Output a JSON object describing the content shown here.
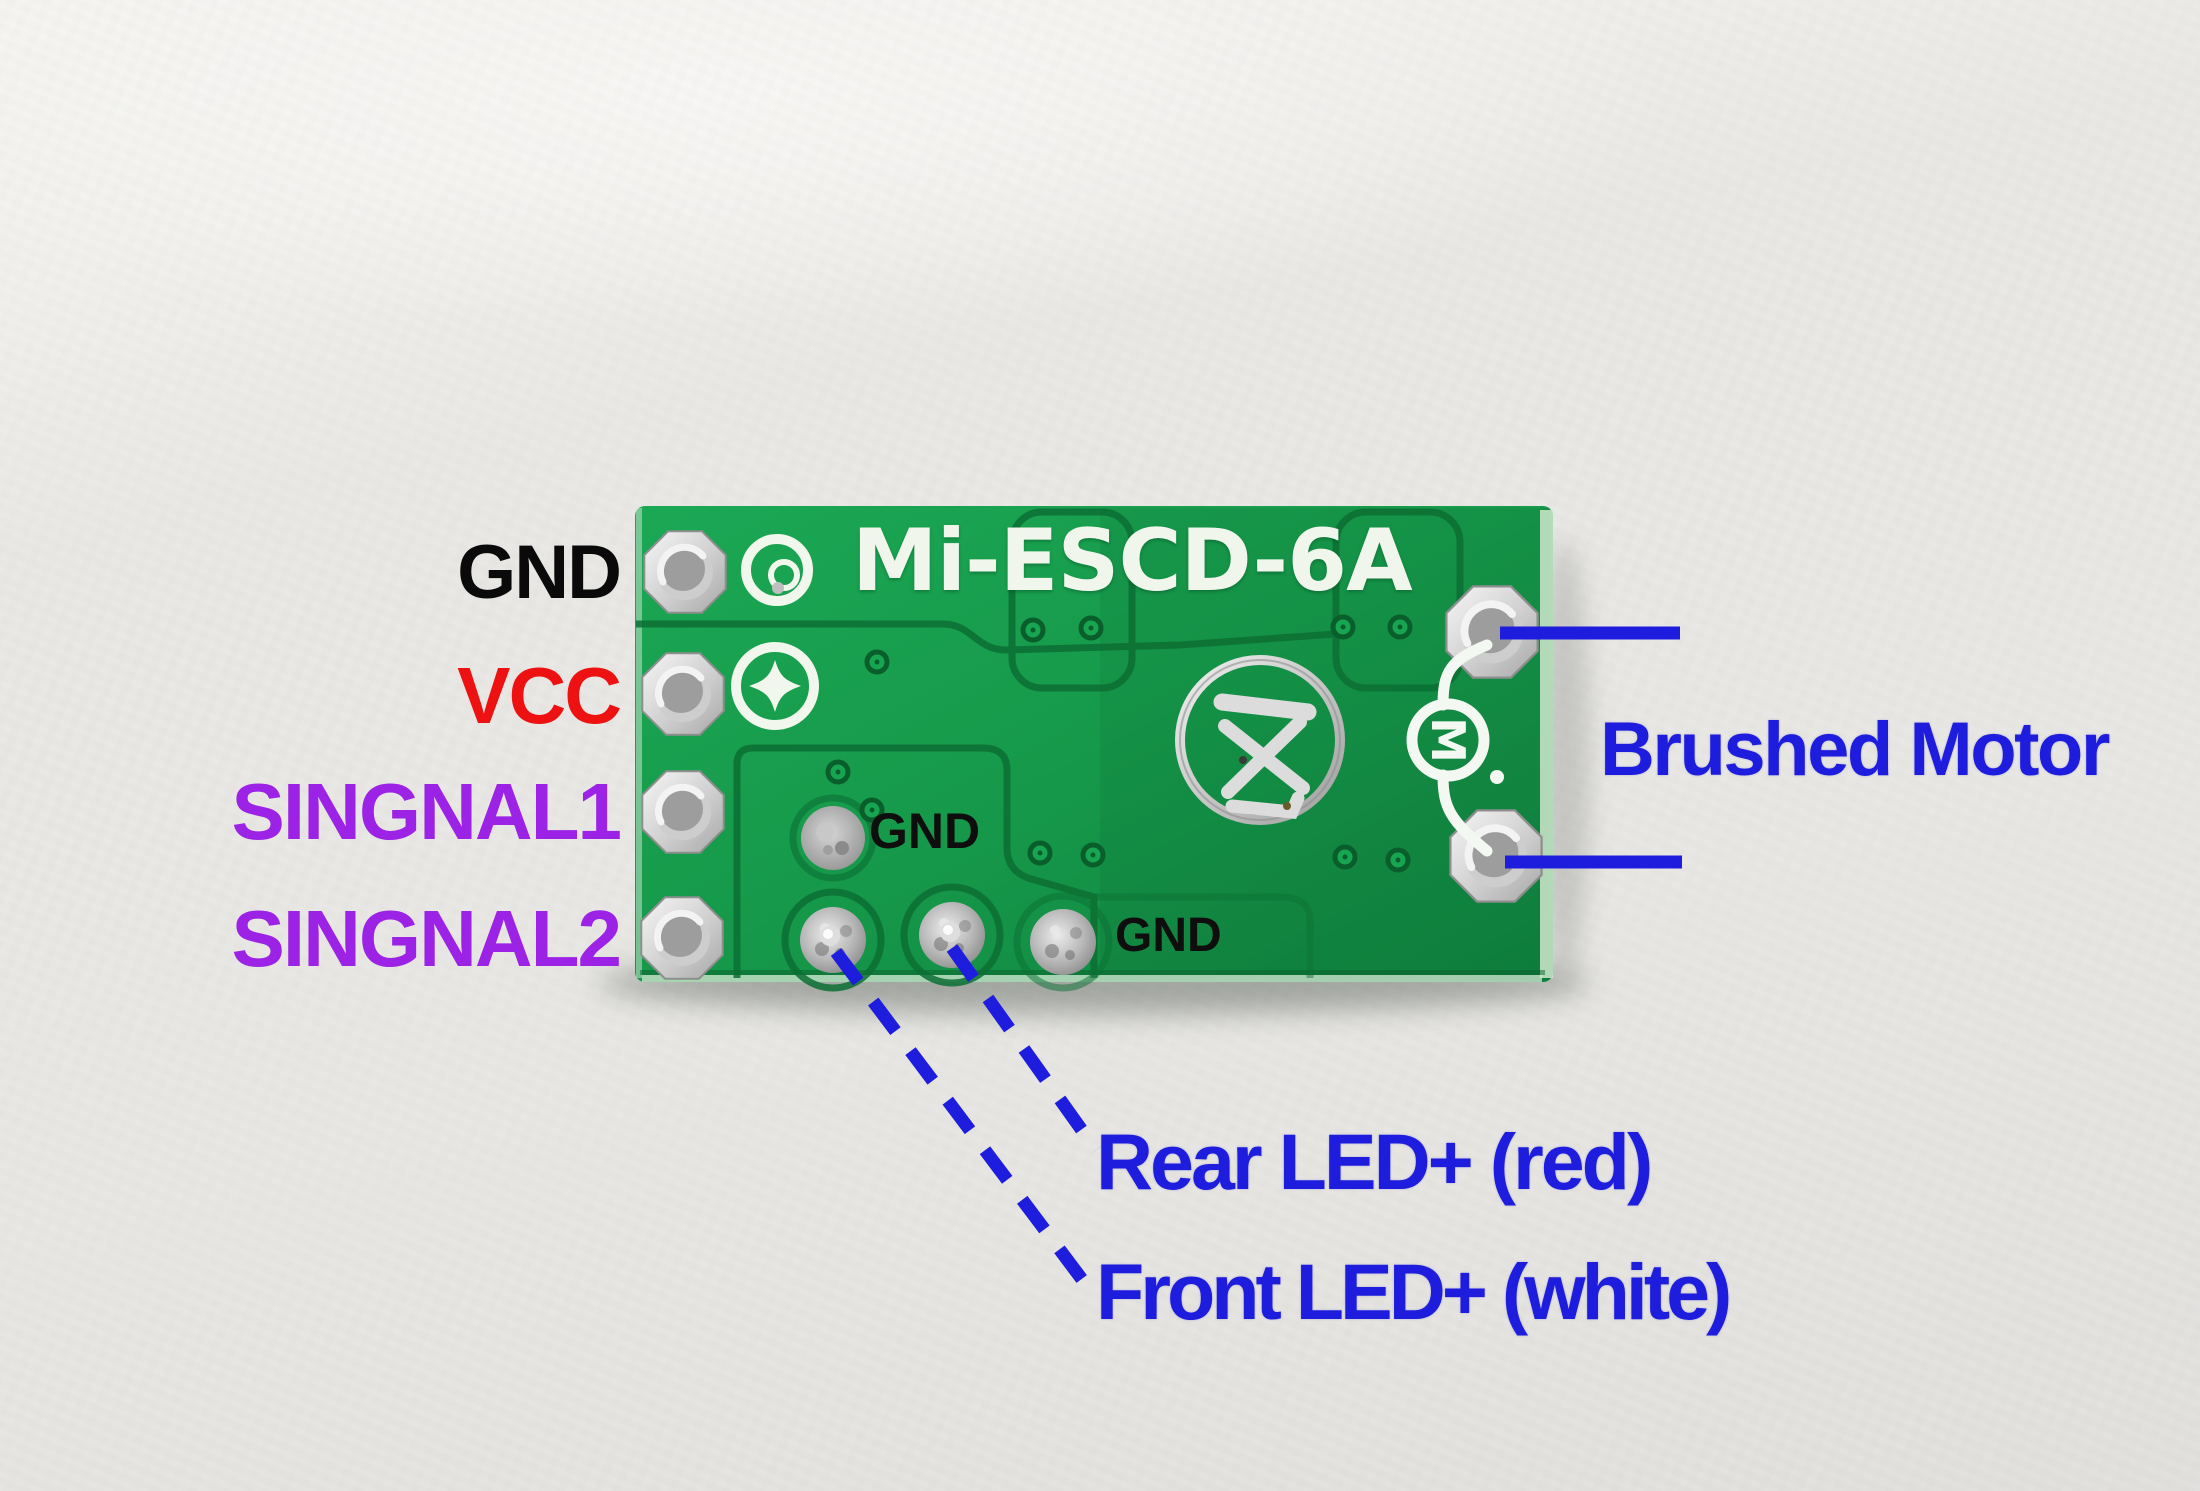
{
  "colors": {
    "annotation_blue": "#1e1cdd",
    "label_black": "#0a0a0a",
    "label_red": "#ee1111",
    "label_purple": "#9c22e6",
    "board_green": "#16994a",
    "trace_dark_green": "#0c6f34",
    "silkscreen_white": "#f2f7ee",
    "pad_silver": "#c9c9c9",
    "background_paper": "#e9e8e5"
  },
  "board": {
    "silkscreen_title": "Mi-ESCD-6A",
    "motor_symbol_letter": "M",
    "onboard_gnd_label_1": "GND",
    "onboard_gnd_label_2": "GND"
  },
  "pin_labels": [
    {
      "id": "gnd",
      "text": "GND",
      "color": "#0a0a0a"
    },
    {
      "id": "vcc",
      "text": "VCC",
      "color": "#ee1111"
    },
    {
      "id": "signal1",
      "text": "SINGNAL1",
      "color": "#9c22e6"
    },
    {
      "id": "signal2",
      "text": "SINGNAL2",
      "color": "#9c22e6"
    }
  ],
  "annotations": [
    {
      "id": "brushed-motor",
      "text": "Brushed Motor",
      "color": "#1e1cdd"
    },
    {
      "id": "rear-led",
      "text": "Rear LED+ (red)",
      "color": "#1e1cdd"
    },
    {
      "id": "front-led",
      "text": "Front LED+ (white)",
      "color": "#1e1cdd"
    }
  ]
}
